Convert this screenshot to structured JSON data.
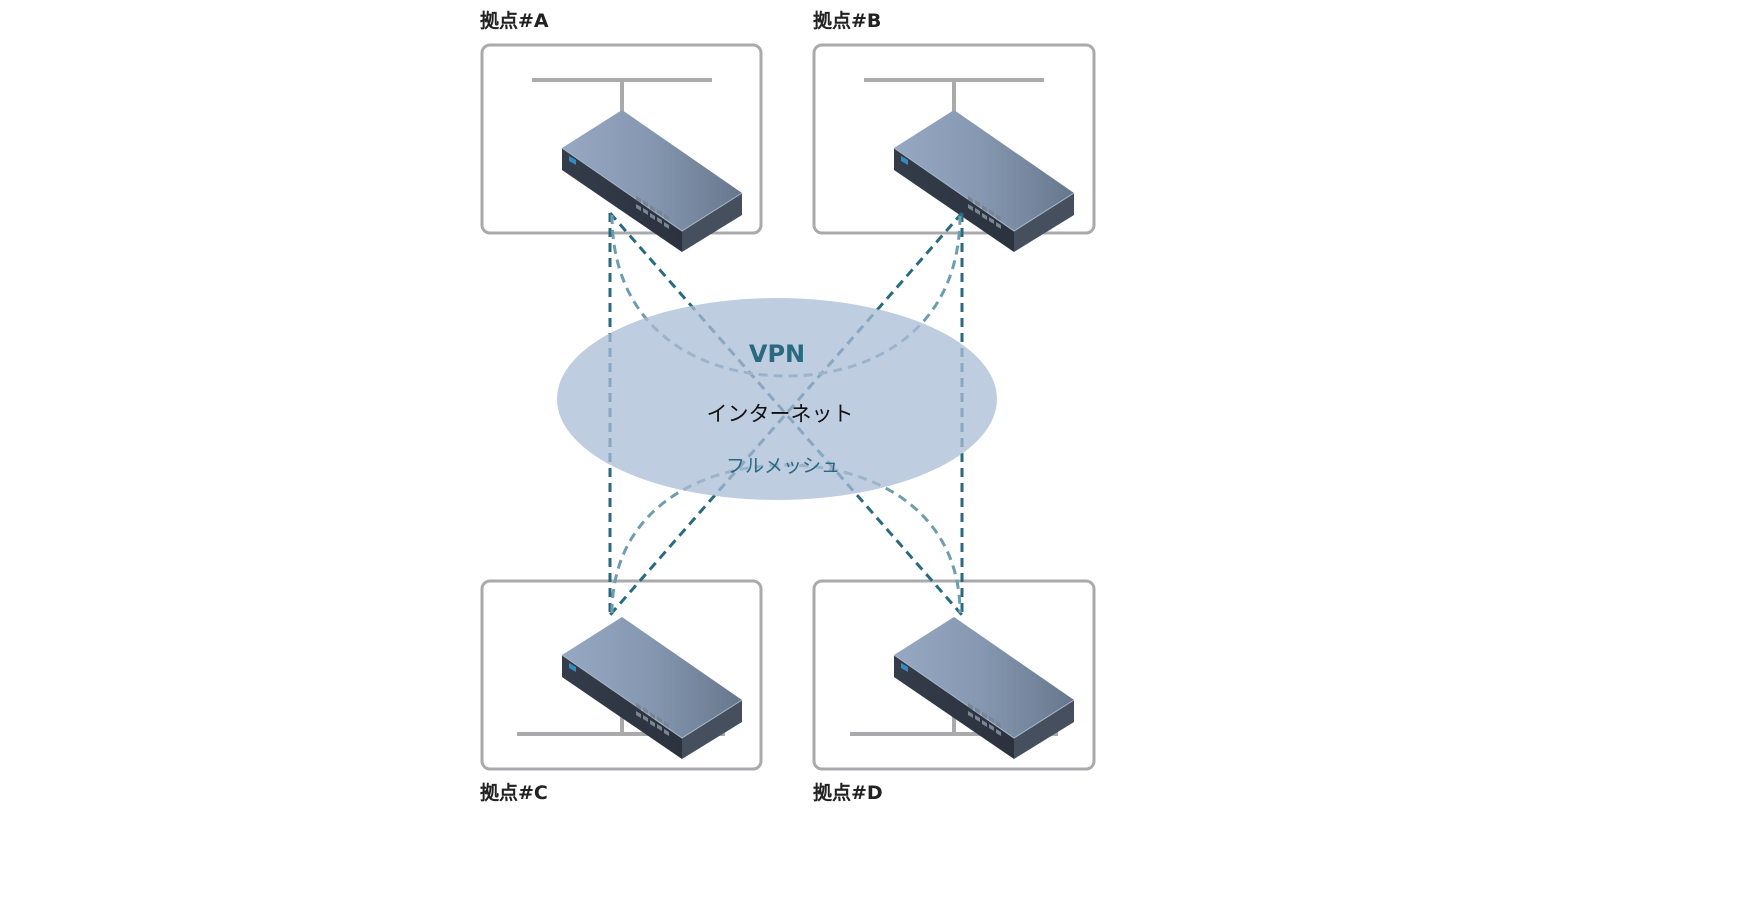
{
  "sites": [
    {
      "id": "A",
      "label": "拠点#A"
    },
    {
      "id": "B",
      "label": "拠点#B"
    },
    {
      "id": "C",
      "label": "拠点#C"
    },
    {
      "id": "D",
      "label": "拠点#D"
    }
  ],
  "cloud": {
    "title": "VPN",
    "subtitle": "インターネット",
    "caption": "フルメッシュ"
  },
  "connections": [
    {
      "from": "A",
      "to": "C",
      "style": "straight"
    },
    {
      "from": "B",
      "to": "D",
      "style": "straight"
    },
    {
      "from": "A",
      "to": "D",
      "style": "straight"
    },
    {
      "from": "B",
      "to": "C",
      "style": "straight"
    },
    {
      "from": "A",
      "to": "B",
      "style": "curved"
    },
    {
      "from": "C",
      "to": "D",
      "style": "curved"
    }
  ],
  "icons": {
    "device": "network-switch-icon"
  },
  "colors": {
    "box_border": "#aaaaad",
    "lan_line": "#aaaaad",
    "cloud_fill": "#bfcde0",
    "link_dark": "#2a6a80",
    "link_light": "#6f9caf",
    "vpn_text": "#2a6a80"
  }
}
